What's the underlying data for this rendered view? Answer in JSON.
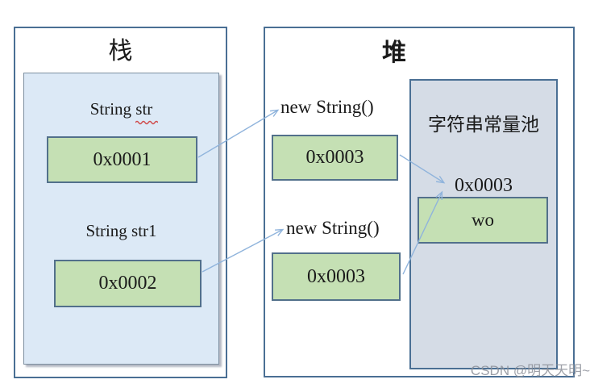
{
  "colors": {
    "box-border": "#4a6f94",
    "inner-border": "#7d8fa0",
    "stack-fill": "#dce9f6",
    "pool-fill": "#d5dce6",
    "green-fill": "#c5e0b4",
    "green-border": "#52708b",
    "arrow": "#90b4dc",
    "watermark": "#8c9099"
  },
  "stack": {
    "title": "栈",
    "variables": [
      {
        "label": "String str",
        "value": "0x0001"
      },
      {
        "label": "String str1",
        "value": "0x0002"
      }
    ]
  },
  "heap": {
    "title": "堆",
    "objects": [
      {
        "label": "new String()",
        "value": "0x0003"
      },
      {
        "label": "new String()",
        "value": "0x0003"
      }
    ],
    "constant_pool": {
      "title": "字符串常量池",
      "address_label": "0x0003",
      "value": "wo"
    }
  },
  "watermark": "CSDN @明天天明~"
}
